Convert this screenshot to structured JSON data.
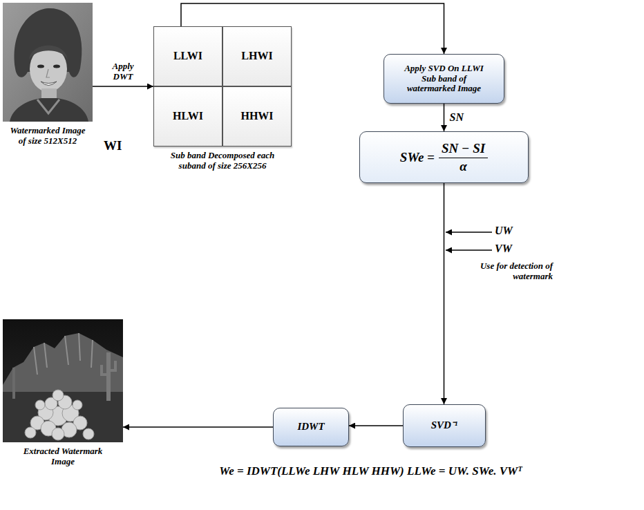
{
  "diagram": {
    "nodes": [
      {
        "text": [
          "Watermarked Image of size 512X512",
          "WI"
        ]
      },
      {
        "text": [
          "Sub band Decomposed each suband of size 256X256"
        ]
      },
      {
        "text": [
          "LLWI"
        ],
        "in": 1
      },
      {
        "text": [
          "LHWI"
        ],
        "in": 1
      },
      {
        "text": [
          "HLWI"
        ],
        "in": 1
      },
      {
        "text": [
          "HHWI"
        ],
        "in": 1
      },
      {
        "text": [
          "Apply SVD On LLWI Sub band of watermarked Image"
        ]
      },
      {
        "text": [
          "SWe =",
          "SN − SI",
          "α"
        ]
      },
      {
        "text": [
          "SVD⁻¹",
          "LLWe = UW. SWe. VWᵀ"
        ]
      },
      {
        "text": [
          "IDWT",
          "We = IDWT(LLWe LHW HLW HHW)"
        ]
      },
      {
        "text": [
          "Extracted Watermark Image"
        ]
      }
    ],
    "edges": [
      {
        "from": 0,
        "to": 1,
        "arrow": "to",
        "label": "Apply DWT"
      },
      {
        "from": 1,
        "to": 6,
        "arrow": "to"
      },
      {
        "from": 6,
        "to": 7,
        "arrow": "to",
        "label": "SN"
      },
      {
        "from": 7,
        "to": 8,
        "arrow": "to"
      },
      {
        "from": 8,
        "to": 9,
        "arrow": "to"
      },
      {
        "from": 9,
        "to": 10,
        "arrow": "to"
      }
    ],
    "labels": [
      "UW",
      "VW",
      "Use for detection of watermark"
    ]
  }
}
